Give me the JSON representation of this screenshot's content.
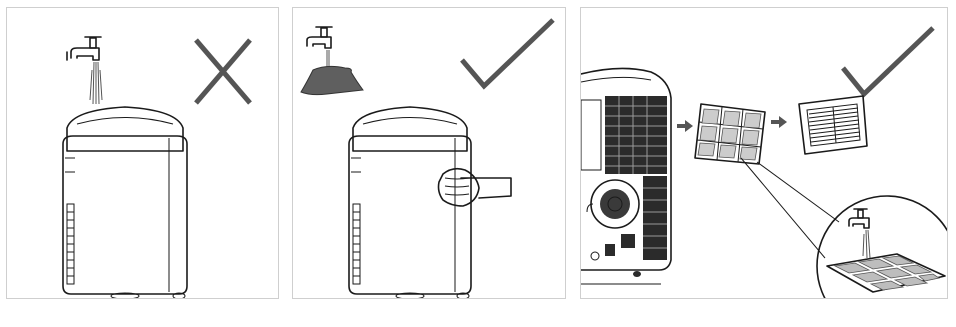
{
  "instructions": [
    {
      "id": "no-water-spray",
      "verdict": "wrong",
      "icon": "x-mark-icon"
    },
    {
      "id": "wipe-with-damp-cloth",
      "verdict": "correct",
      "icon": "check-mark-icon"
    },
    {
      "id": "remove-and-rinse-filter",
      "verdict": "correct",
      "icon": "check-mark-icon"
    }
  ],
  "colors": {
    "mark": "#555555",
    "line": "#1a1a1a",
    "water": "#555555",
    "cloth": "#5f5f5f",
    "frame": "#cfcfcf"
  }
}
